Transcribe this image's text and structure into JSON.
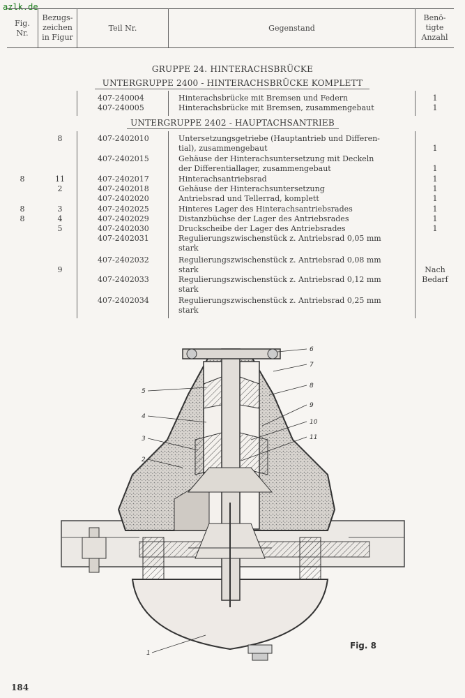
{
  "watermark": "azlk.de",
  "header": {
    "fig_nr_line1": "Fig.",
    "fig_nr_line2": "Nr.",
    "bezugs_line1": "Bezugs-",
    "bezugs_line2": "zeichen",
    "bezugs_line3": "in Figur",
    "teil_nr": "Teil Nr.",
    "gegenstand": "Gegenstand",
    "anzahl_line1": "Benö-",
    "anzahl_line2": "tigte",
    "anzahl_line3": "Anzahl"
  },
  "group_title": "GRUPPE 24. HINTERACHSBRÜCKE",
  "subgroup_2400": "UNTERGRUPPE 2400 - HINTERACHSBRÜCKE KOMPLETT",
  "subgroup_2402": "UNTERGRUPPE 2402 - HAUPTACHSANTRIEB",
  "rows": [
    {
      "fig": "",
      "bez": "",
      "teil": "407-240004",
      "geg": "Hinterachsbrücke mit Bremsen und Federn",
      "anz": "1"
    },
    {
      "fig": "",
      "bez": "",
      "teil": "407-240005",
      "geg": "Hinterachsbrücke mit Bremsen, zusammengebaut",
      "anz": "1"
    },
    {
      "fig": "",
      "bez": "8",
      "teil": "407-2402010",
      "geg": "Untersetzungsgetriebe (Hauptantrieb und Differen-",
      "anz": ""
    },
    {
      "fig": "",
      "bez": "",
      "teil": "",
      "geg": "  tial), zusammengebaut",
      "anz": "1"
    },
    {
      "fig": "",
      "bez": "",
      "teil": "407-2402015",
      "geg": "Gehäuse der Hinterachsuntersetzung mit Deckeln",
      "anz": ""
    },
    {
      "fig": "",
      "bez": "",
      "teil": "",
      "geg": "  der Differentiallager, zusammengebaut",
      "anz": "1"
    },
    {
      "fig": "8",
      "bez": "11",
      "teil": "407-2402017",
      "geg": "Hinterachsantriebsrad",
      "anz": "1"
    },
    {
      "fig": "",
      "bez": "2",
      "teil": "407-2402018",
      "geg": "Gehäuse der Hinterachsuntersetzung",
      "anz": "1"
    },
    {
      "fig": "",
      "bez": "",
      "teil": "407-2402020",
      "geg": "Antriebsrad und Tellerrad, komplett",
      "anz": "1"
    },
    {
      "fig": "8",
      "bez": "3",
      "teil": "407-2402025",
      "geg": "Hinteres Lager des Hinterachsantriebsrades",
      "anz": "1"
    },
    {
      "fig": "8",
      "bez": "4",
      "teil": "407-2402029",
      "geg": "Distanzbüchse der Lager des Antriebsrades",
      "anz": "1"
    },
    {
      "fig": "",
      "bez": "5",
      "teil": "407-2402030",
      "geg": "Druckscheibe der Lager des Antriebsrades",
      "anz": "1"
    },
    {
      "fig": "",
      "bez": "",
      "teil": "407-2402031",
      "geg": "Regulierungszwischenstück z. Antriebsrad 0,05 mm",
      "anz": ""
    },
    {
      "fig": "",
      "bez": "",
      "teil": "",
      "geg": "stark",
      "anz": ""
    },
    {
      "fig": "",
      "bez": "",
      "teil": "407-2402032",
      "geg": "Regulierungszwischenstück z. Antriebsrad 0,08 mm",
      "anz": ""
    },
    {
      "fig": "",
      "bez": "9",
      "teil": "",
      "geg": "stark",
      "anz": "Nach"
    },
    {
      "fig": "",
      "bez": "",
      "teil": "407-2402033",
      "geg": "Regulierungszwischenstück z. Antriebsrad 0,12 mm",
      "anz": "Bedarf"
    },
    {
      "fig": "",
      "bez": "",
      "teil": "",
      "geg": "stark",
      "anz": ""
    },
    {
      "fig": "",
      "bez": "",
      "teil": "407-2402034",
      "geg": "Regulierungszwischenstück z. Antriebsrad 0,25 mm",
      "anz": ""
    },
    {
      "fig": "",
      "bez": "",
      "teil": "",
      "geg": "stark",
      "anz": ""
    }
  ],
  "callouts": [
    "6",
    "7",
    "5",
    "8",
    "9",
    "4",
    "10",
    "3",
    "11",
    "2",
    "1"
  ],
  "figure_label": "Fig. 8",
  "page_number": "184"
}
